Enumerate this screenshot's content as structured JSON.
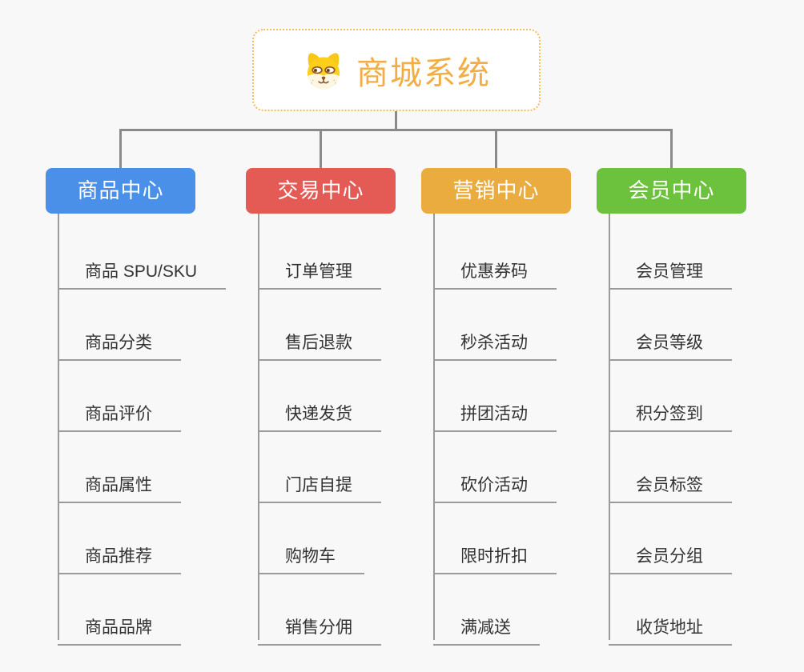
{
  "root": {
    "label": "商城系统",
    "icon": "dog-face-icon",
    "text_color": "#f2ae44",
    "border_color": "#f5b85c"
  },
  "colors": {
    "background": "#f8f8f8",
    "connector": "#8a8a8a",
    "underline": "#9b9b9b",
    "leaf_text": "#333333"
  },
  "branches": [
    {
      "label": "商品中心",
      "color": "#4a90e8",
      "children": [
        "商品 SPU/SKU",
        "商品分类",
        "商品评价",
        "商品属性",
        "商品推荐",
        "商品品牌"
      ]
    },
    {
      "label": "交易中心",
      "color": "#e45b56",
      "children": [
        "订单管理",
        "售后退款",
        "快递发货",
        "门店自提",
        "购物车",
        "销售分佣"
      ]
    },
    {
      "label": "营销中心",
      "color": "#ebac3f",
      "children": [
        "优惠券码",
        "秒杀活动",
        "拼团活动",
        "砍价活动",
        "限时折扣",
        "满减送"
      ]
    },
    {
      "label": "会员中心",
      "color": "#6cc23c",
      "children": [
        "会员管理",
        "会员等级",
        "积分签到",
        "会员标签",
        "会员分组",
        "收货地址"
      ]
    }
  ]
}
